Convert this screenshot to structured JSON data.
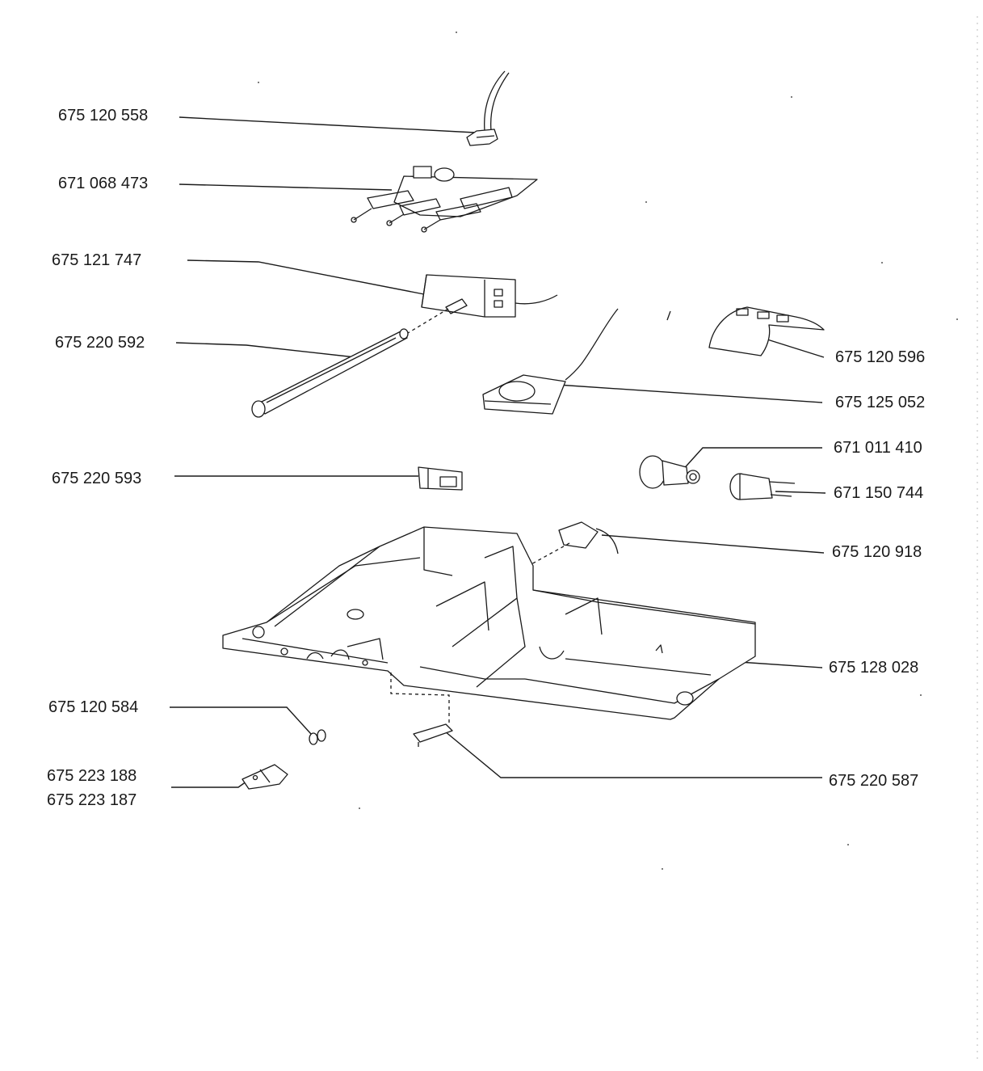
{
  "parts": [
    {
      "id": "p558",
      "number": "675 120 558"
    },
    {
      "id": "p473",
      "number": "671 068 473"
    },
    {
      "id": "p747",
      "number": "675 121 747"
    },
    {
      "id": "p592",
      "number": "675 220 592"
    },
    {
      "id": "p593",
      "number": "675 220 593"
    },
    {
      "id": "p584",
      "number": "675 120 584"
    },
    {
      "id": "p188",
      "number": "675 223 188"
    },
    {
      "id": "p187",
      "number": "675 223 187"
    },
    {
      "id": "p596",
      "number": "675 120 596"
    },
    {
      "id": "p052",
      "number": "675 125 052"
    },
    {
      "id": "p410",
      "number": "671 011 410"
    },
    {
      "id": "p744",
      "number": "671 150 744"
    },
    {
      "id": "p918",
      "number": "675 120 918"
    },
    {
      "id": "p028",
      "number": "675 128 028"
    },
    {
      "id": "p587",
      "number": "675 220 587"
    }
  ],
  "colors": {
    "ink": "#1a1a1a",
    "paper": "#ffffff"
  }
}
